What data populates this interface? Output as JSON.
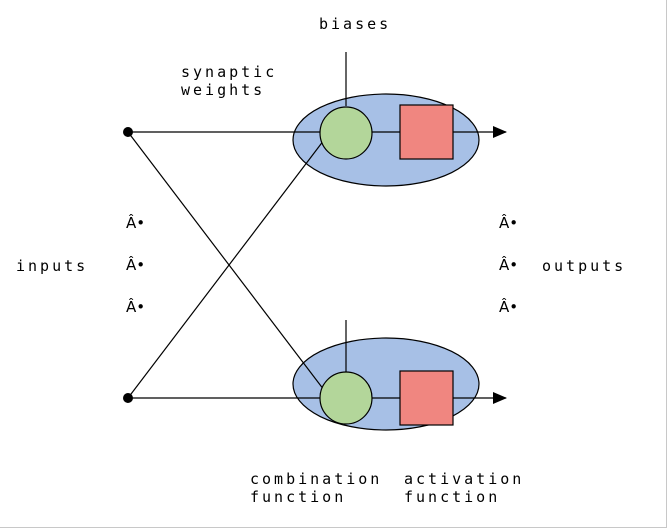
{
  "labels": {
    "biases": "biases",
    "synaptic_1": "synaptic",
    "synaptic_2": "weights",
    "inputs": "inputs",
    "outputs": "outputs",
    "combination_1": "combination",
    "combination_2": "function",
    "activation_1": "activation",
    "activation_2": "function"
  },
  "ellipsis": {
    "in_1": "Â•",
    "in_2": "Â•",
    "in_3": "Â•",
    "out_1": "Â•",
    "out_2": "Â•",
    "out_3": "Â•"
  },
  "colors": {
    "neuron_fill": "#a7c0e6",
    "combination_fill": "#b3d69a",
    "activation_fill": "#f08680",
    "stroke": "#000000"
  }
}
